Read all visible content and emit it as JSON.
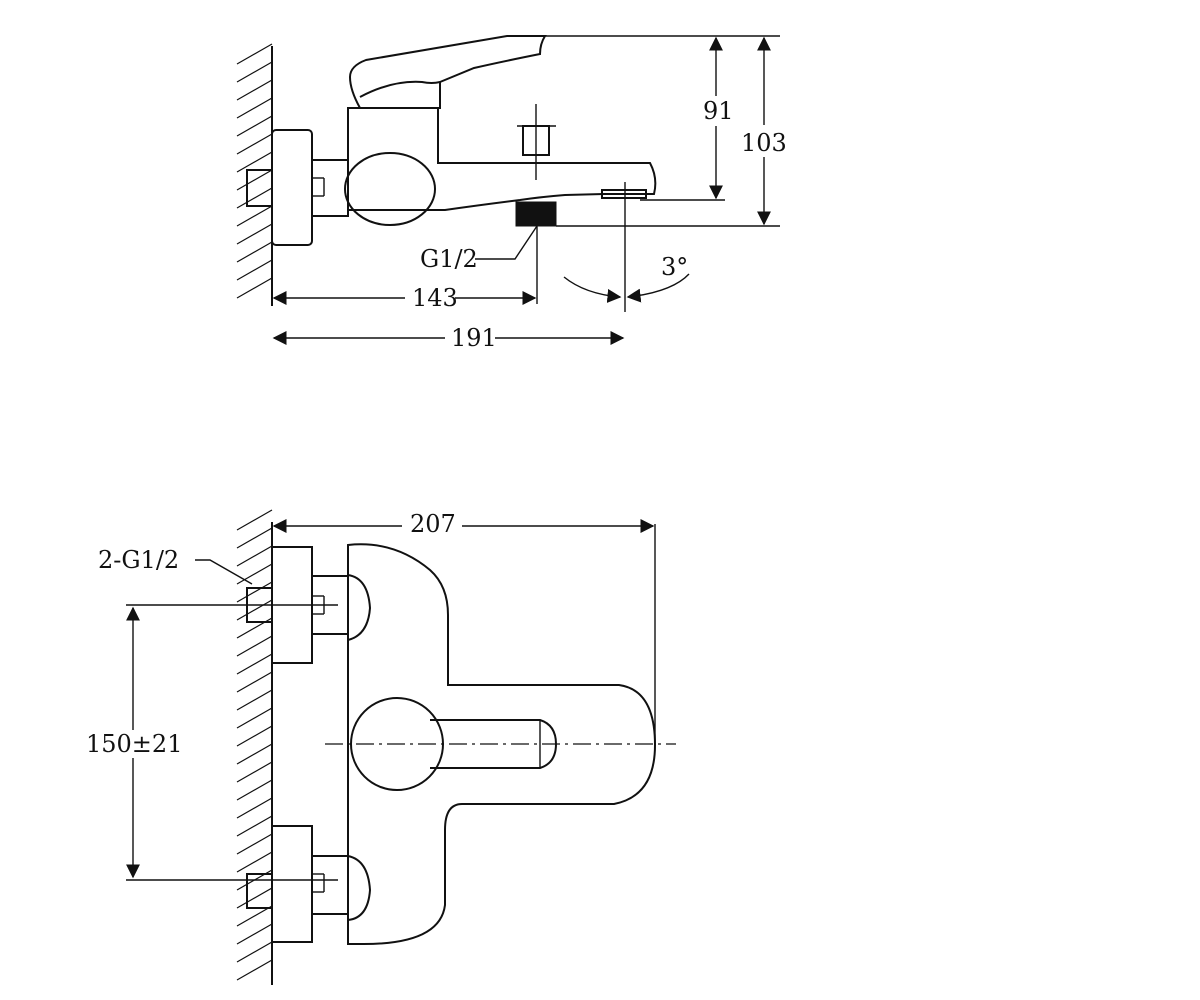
{
  "top_view": {
    "height_91": "91",
    "height_103": "103",
    "thread_label": "G1/2",
    "angle_label": "3°",
    "length_143": "143",
    "length_191": "191"
  },
  "bottom_view": {
    "width_207": "207",
    "thread_label": "2-G1/2",
    "spacing_label": "150±21"
  }
}
